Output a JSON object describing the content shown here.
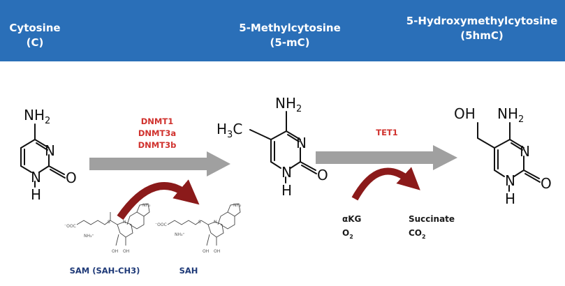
{
  "header": {
    "color": "#2a6fb8",
    "cytosine": {
      "name": "Cytosine",
      "abbr": "(C)"
    },
    "methylcytosine": {
      "name": "5-Methylcytosine",
      "abbr": "(5-mC)"
    },
    "hydroxymethylcytosine": {
      "name": "5-Hydroxymethylcytosine",
      "abbr": "(5hmC)"
    }
  },
  "step1": {
    "enzymes": [
      "DNMT1",
      "DNMT3a",
      "DNMT3b"
    ],
    "donor_label": "SAM (SAH-CH3)",
    "product_label": "SAH"
  },
  "step2": {
    "enzyme": "TET1",
    "cofactor_main": "αKG",
    "cofactor_o2": "O",
    "cofactor_o2_sub": "2",
    "product_main": "Succinate",
    "product_co2": "CO",
    "product_co2_sub": "2"
  },
  "atoms": {
    "nh2": "NH",
    "nh2_sub": "2",
    "n": "N",
    "o": "O",
    "h": "H",
    "h3c_pre": "H",
    "h3c_sub": "3",
    "h3c_post": "C",
    "oh": "OH",
    "sam_nh2": "NH₂",
    "sam_ooc": "⁻OOC",
    "sam_nh3": "NH₃⁺",
    "sam_oh": "OH",
    "sam_s": "S",
    "sam_n": "N",
    "sam_o": "O"
  },
  "colors": {
    "enzyme_text": "#d0312d",
    "arrow_grey": "#a0a0a0",
    "curved_arrow": "#8b1a1a",
    "sam_label": "#1f3a78"
  }
}
